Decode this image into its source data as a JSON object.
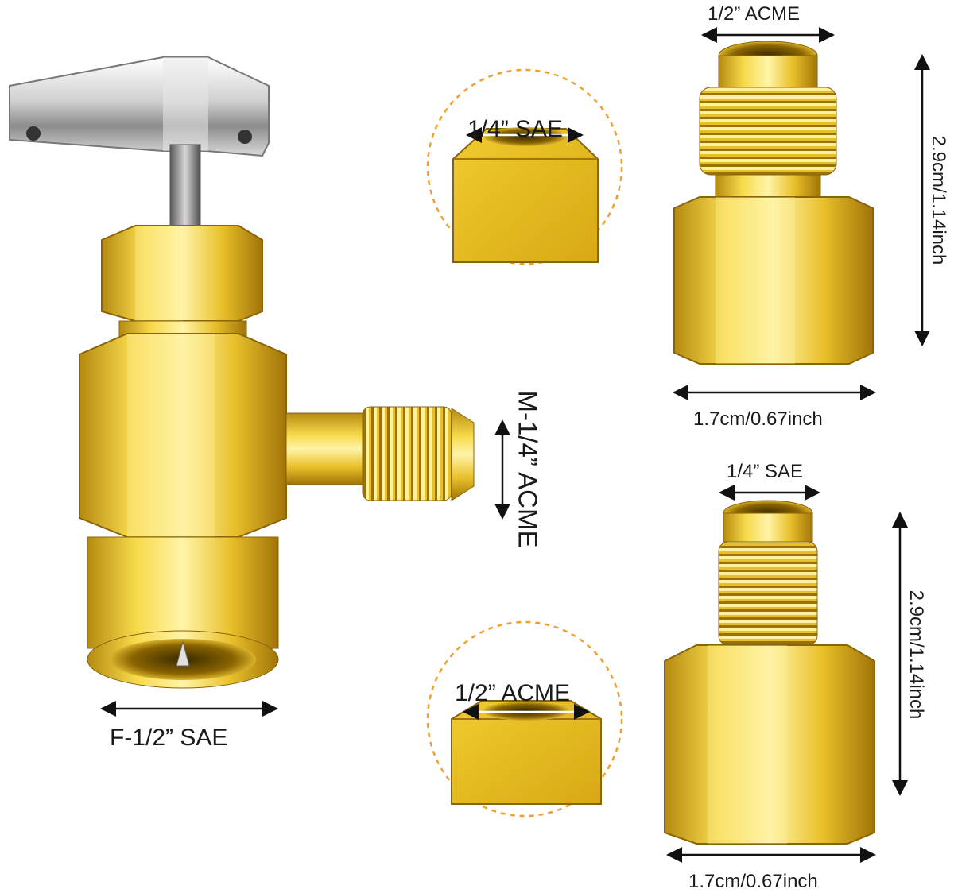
{
  "labels": {
    "valve_outlet": "M-1/4” ACME",
    "valve_inlet": "F-1/2” SAE",
    "callout_top": "1/4” SAE",
    "callout_bottom": "1/2” ACME",
    "adapter1_top": "1/2” ACME",
    "adapter1_height": "2.9cm/1.14inch",
    "adapter1_width": "1.7cm/0.67inch",
    "adapter2_top": "1/4” SAE",
    "adapter2_height": "2.9cm/1.14inch",
    "adapter2_width": "1.7cm/0.67inch"
  },
  "colors": {
    "brass_light": "#fff3a0",
    "brass_mid": "#e8c22a",
    "brass_dark": "#a87e0c",
    "chrome_light": "#f4f4f4",
    "chrome_dark": "#6f6f6f",
    "callout_ring": "#f0a030",
    "arrow": "#111111"
  }
}
